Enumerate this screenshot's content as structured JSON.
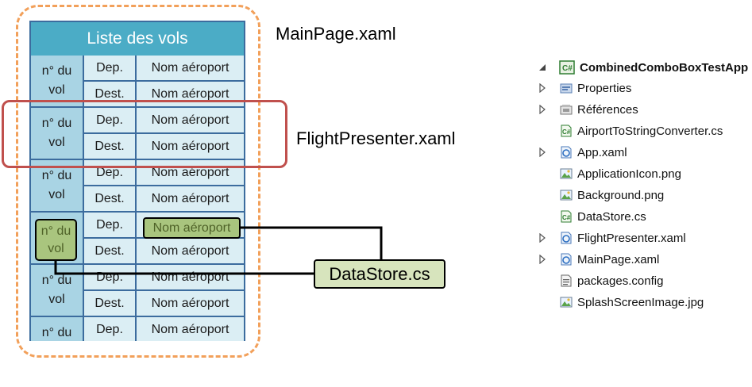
{
  "diagram": {
    "list_title": "Liste des vols",
    "flight_number_label": "n° du vol",
    "departure_label": "Dep.",
    "destination_label": "Dest.",
    "airport_name_label": "Nom aéroport",
    "mainpage_label": "MainPage.xaml",
    "flightpresenter_label": "FlightPresenter.xaml",
    "datastore_label": "DataStore.cs"
  },
  "solution_explorer": {
    "project": "CombinedComboBoxTestApp",
    "items": [
      {
        "label": "Properties",
        "icon": "properties-icon",
        "expandable": true
      },
      {
        "label": "Références",
        "icon": "references-icon",
        "expandable": true
      },
      {
        "label": "AirportToStringConverter.cs",
        "icon": "csharp-file-icon",
        "expandable": false
      },
      {
        "label": "App.xaml",
        "icon": "xaml-file-icon",
        "expandable": true
      },
      {
        "label": "ApplicationIcon.png",
        "icon": "image-file-icon",
        "expandable": false
      },
      {
        "label": "Background.png",
        "icon": "image-file-icon",
        "expandable": false
      },
      {
        "label": "DataStore.cs",
        "icon": "csharp-file-icon",
        "expandable": false
      },
      {
        "label": "FlightPresenter.xaml",
        "icon": "xaml-file-icon",
        "expandable": true
      },
      {
        "label": "MainPage.xaml",
        "icon": "xaml-file-icon",
        "expandable": true
      },
      {
        "label": "packages.config",
        "icon": "config-file-icon",
        "expandable": false
      },
      {
        "label": "SplashScreenImage.jpg",
        "icon": "image-file-icon",
        "expandable": false
      }
    ]
  },
  "colors": {
    "title_bar": "#4bacc6",
    "cell_fill": "#dbeef4",
    "number_fill": "#a9d4e4",
    "grid_line": "#3c6c9e",
    "page_outline": "#f2a05a",
    "presenter_outline": "#c0504d",
    "data_highlight": "#a9c57e",
    "datastore_fill": "#d7e4bd"
  }
}
